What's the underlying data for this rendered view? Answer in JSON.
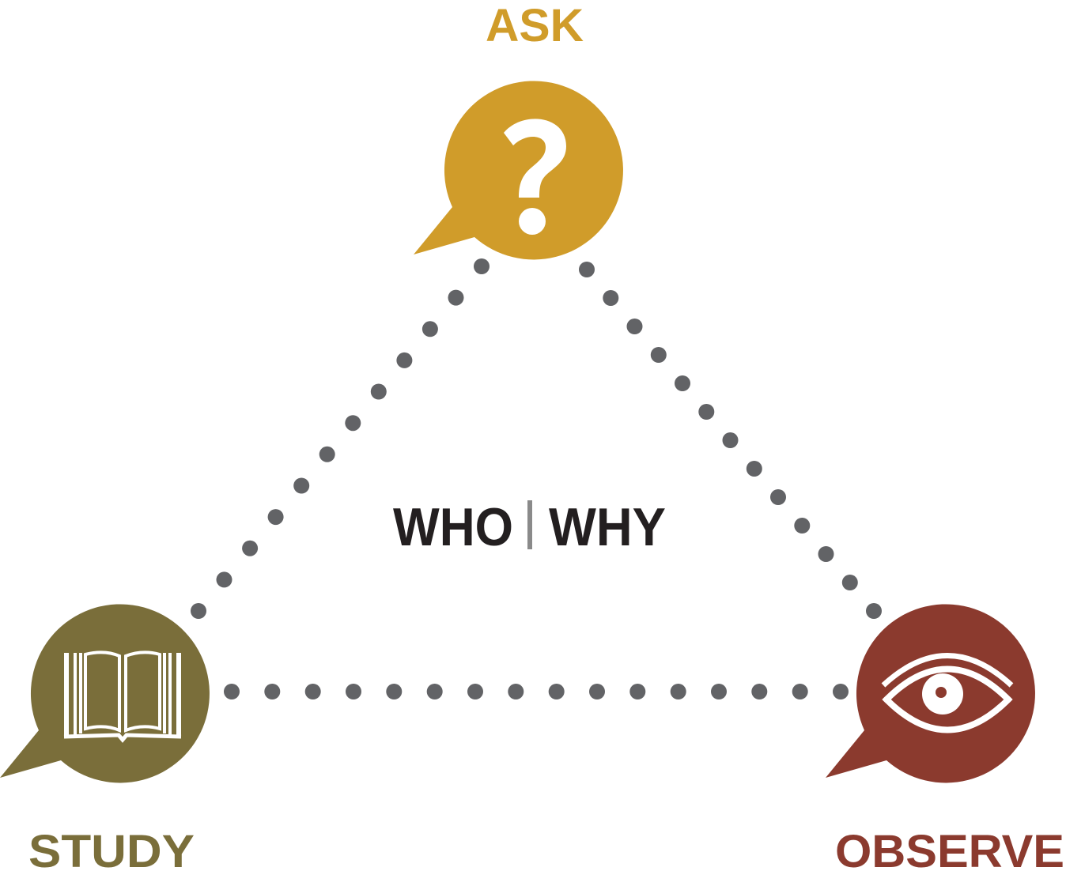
{
  "labels": {
    "ask": "ASK",
    "study": "STUDY",
    "observe": "OBSERVE",
    "center_left": "WHO",
    "center_right": "WHY"
  },
  "colors": {
    "ask": "#D09C2A",
    "study": "#7A6E3A",
    "observe": "#8B3A2E",
    "dots": "#626366",
    "center_text": "#231F20",
    "divider": "#8A8A8A"
  },
  "icons": {
    "ask": "question-mark-icon",
    "study": "open-book-icon",
    "observe": "eye-icon"
  }
}
